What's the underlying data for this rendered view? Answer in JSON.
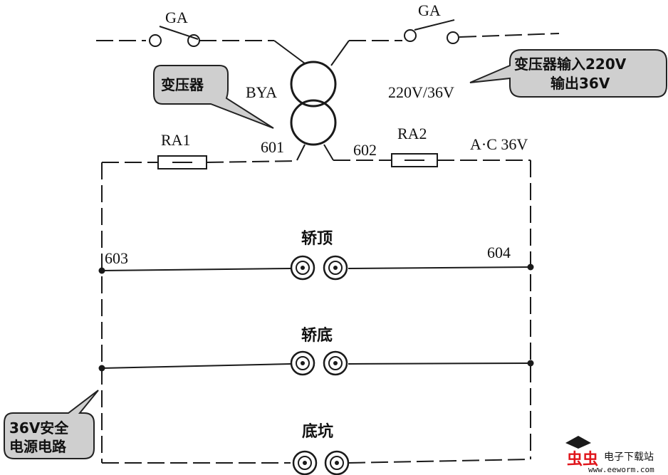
{
  "labels": {
    "ga_left": "GA",
    "ga_right": "GA",
    "bya": "BYA",
    "ratio": "220V/36V",
    "ra1": "RA1",
    "ra2": "RA2",
    "n601": "601",
    "n602": "602",
    "ac": "A·C 36V",
    "n603": "603",
    "n604": "604"
  },
  "sockets": [
    {
      "label": "轿顶"
    },
    {
      "label": "轿底"
    },
    {
      "label": "底坑"
    }
  ],
  "callouts": {
    "transformer": "变压器",
    "input_output": [
      "变压器输入220V",
      "输出36V"
    ],
    "safety": [
      "36V安全",
      "电源电路"
    ]
  },
  "watermark": {
    "logo": "虫虫",
    "name": "电子下载站",
    "url": "www.eeworm.com"
  },
  "colors": {
    "line": "#1a1a1a",
    "callout_fill": "#cfcfcf",
    "logo": "#e0151b"
  }
}
